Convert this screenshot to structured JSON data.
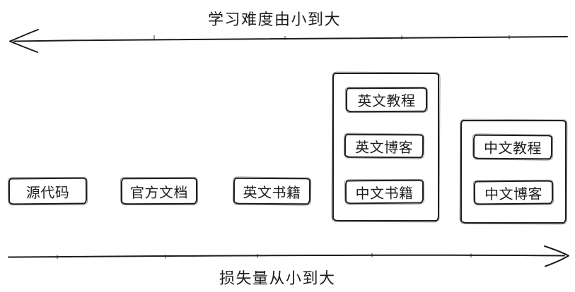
{
  "diagram": {
    "top_arrow": {
      "label": "学习难度由小到大",
      "direction": "left"
    },
    "bottom_arrow": {
      "label": "损失量从小到大",
      "direction": "right"
    },
    "nodes": [
      {
        "label": "源代码"
      },
      {
        "label": "官方文档"
      },
      {
        "label": "英文书籍"
      }
    ],
    "groups": [
      {
        "nodes": [
          {
            "label": "英文教程"
          },
          {
            "label": "英文博客"
          },
          {
            "label": "中文书籍"
          }
        ]
      },
      {
        "nodes": [
          {
            "label": "中文教程"
          },
          {
            "label": "中文博客"
          }
        ]
      }
    ],
    "colors": {
      "stroke": "#1c1c1c",
      "background": "#ffffff"
    }
  }
}
